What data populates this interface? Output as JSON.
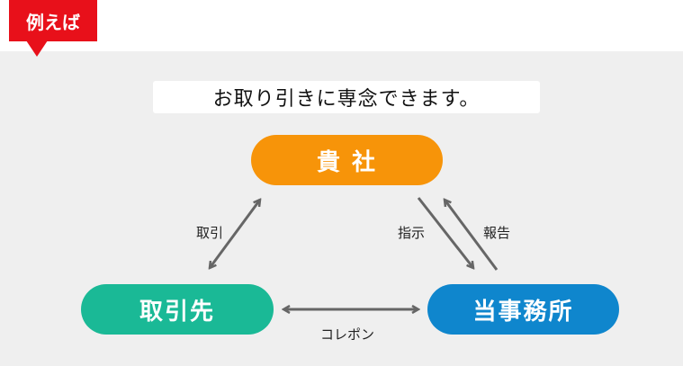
{
  "tag": {
    "label": "例えば"
  },
  "headline": "お取り引きに専念できます。",
  "nodes": {
    "company": "貴 社",
    "client": "取引先",
    "office": "当事務所"
  },
  "edges": {
    "company_client": "取引",
    "instruction": "指示",
    "report": "報告",
    "client_office": "コレポン"
  },
  "colors": {
    "tag": "#e8101a",
    "company": "#f79409",
    "client": "#1ab996",
    "office": "#0f86cd",
    "arrow": "#666666",
    "panel": "#efefef"
  }
}
